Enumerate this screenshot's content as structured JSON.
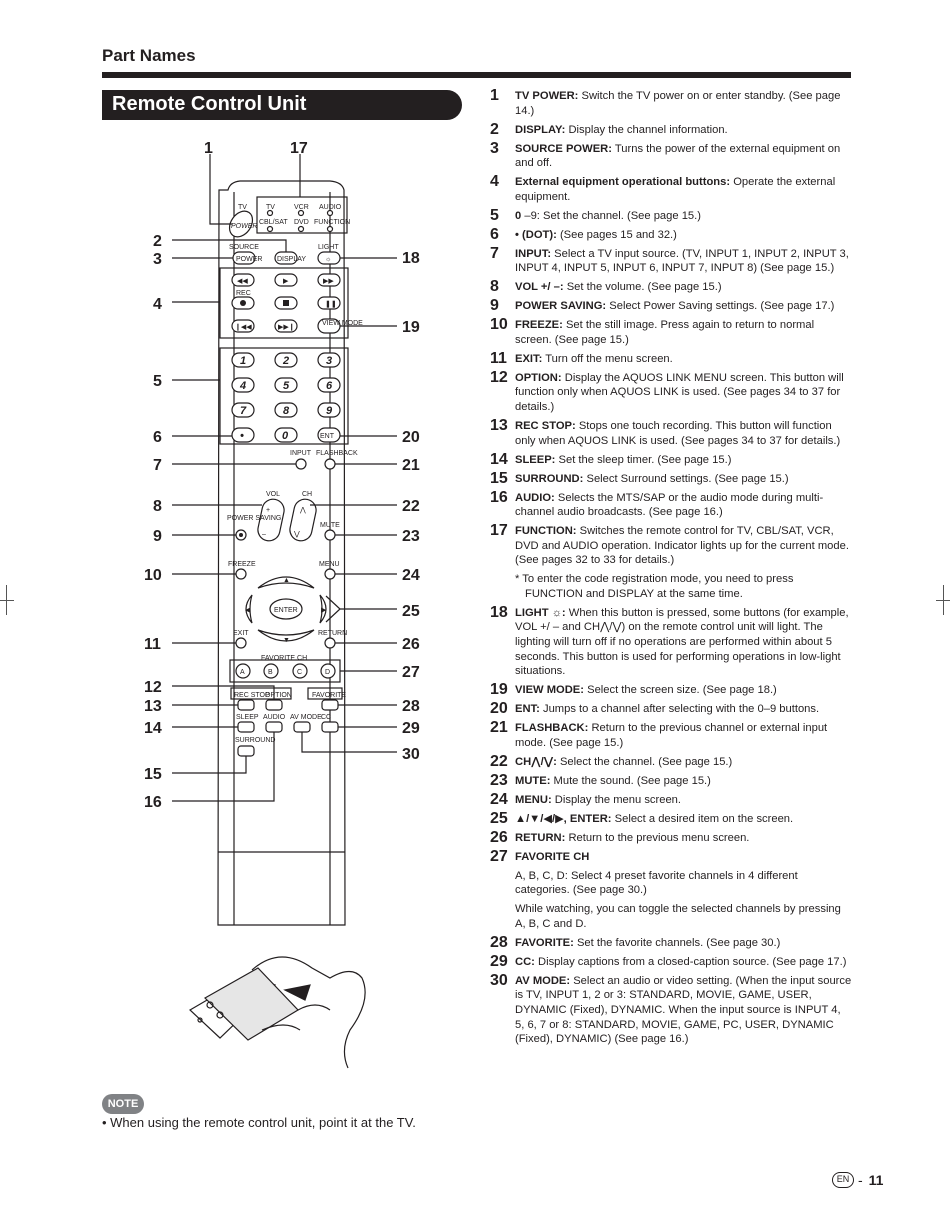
{
  "header": {
    "section": "Part Names",
    "title": "Remote Control Unit"
  },
  "items": [
    {
      "n": "1",
      "label": "TV POWER:",
      "text": "Switch the TV power on or enter standby. (See page 14.)"
    },
    {
      "n": "2",
      "label": "DISPLAY:",
      "text": "Display the channel information."
    },
    {
      "n": "3",
      "label": "SOURCE POWER:",
      "text": "Turns the power of the external equipment on and off."
    },
    {
      "n": "4",
      "label": "External equipment operational buttons:",
      "text": "Operate the external equipment."
    },
    {
      "n": "5",
      "label": "0",
      "text": "–9: Set the channel. (See page 15.)"
    },
    {
      "n": "6",
      "label": "• (DOT):",
      "text": "(See pages 15 and 32.)"
    },
    {
      "n": "7",
      "label": "INPUT:",
      "text": "Select a TV input source. (TV, INPUT 1, INPUT 2, INPUT 3, INPUT 4, INPUT 5, INPUT 6, INPUT 7, INPUT 8)  (See page 15.)"
    },
    {
      "n": "8",
      "label": "VOL +/ –:",
      "text": "Set the volume. (See page 15.)"
    },
    {
      "n": "9",
      "label": "POWER SAVING:",
      "text": "Select Power Saving settings. (See page 17.)"
    },
    {
      "n": "10",
      "label": "FREEZE:",
      "text": "Set the still image. Press again to return to normal screen. (See page 15.)"
    },
    {
      "n": "11",
      "label": "EXIT:",
      "text": "Turn off the menu screen."
    },
    {
      "n": "12",
      "label": "OPTION:",
      "text": "Display the AQUOS LINK MENU screen. This button will function only when AQUOS LINK is used. (See pages 34 to 37 for details.)"
    },
    {
      "n": "13",
      "label": "REC STOP:",
      "text": "Stops one touch recording. This button will function only when AQUOS LINK is used. (See pages 34 to 37 for details.)"
    },
    {
      "n": "14",
      "label": "SLEEP:",
      "text": "Set the sleep timer. (See page 15.)"
    },
    {
      "n": "15",
      "label": "SURROUND:",
      "text": "Select Surround settings. (See page 15.)"
    },
    {
      "n": "16",
      "label": "AUDIO:",
      "text": "Selects the MTS/SAP or the audio mode during multi-channel audio broadcasts. (See page 16.)"
    },
    {
      "n": "17",
      "label": "FUNCTION:",
      "text": "Switches the remote control for TV, CBL/SAT, VCR, DVD and AUDIO operation. Indicator lights up for the current mode. (See pages 32 to 33 for details.)"
    },
    {
      "n": "18",
      "label": "LIGHT ☼:",
      "text": "When this button is pressed, some buttons (for example, VOL +/ – and CH⋀/⋁) on the remote control unit will light. The lighting will turn off if no operations are performed within about 5 seconds. This button is used for performing operations in low-light situations."
    },
    {
      "n": "19",
      "label": "VIEW MODE:",
      "text": "Select the screen size. (See page 18.)"
    },
    {
      "n": "20",
      "label": "ENT:",
      "text": "Jumps to a channel after selecting with the 0–9 buttons."
    },
    {
      "n": "21",
      "label": "FLASHBACK:",
      "text": "Return to the previous channel or external input mode. (See page 15.)"
    },
    {
      "n": "22",
      "label": "CH⋀/⋁:",
      "text": "Select the channel. (See page 15.)"
    },
    {
      "n": "23",
      "label": "MUTE:",
      "text": "Mute the sound. (See page 15.)"
    },
    {
      "n": "24",
      "label": "MENU:",
      "text": "Display the menu screen."
    },
    {
      "n": "25",
      "label": "▲/▼/◀/▶, ENTER:",
      "text": "Select a desired item on the screen."
    },
    {
      "n": "26",
      "label": "RETURN:",
      "text": "Return to the previous menu screen."
    },
    {
      "n": "27",
      "label": "FAVORITE CH",
      "text": ""
    },
    {
      "n": "28",
      "label": "FAVORITE:",
      "text": "Set the favorite channels. (See page 30.)"
    },
    {
      "n": "29",
      "label": "CC:",
      "text": "Display captions from a closed-caption source. (See page 17.)"
    },
    {
      "n": "30",
      "label": "AV MODE:",
      "text": "Select an audio or video setting. (When the input source is TV, INPUT 1, 2 or 3: STANDARD, MOVIE, GAME, USER, DYNAMIC (Fixed), DYNAMIC. When the input source is INPUT 4, 5, 6, 7 or 8: STANDARD, MOVIE, GAME, PC, USER, DYNAMIC (Fixed), DYNAMIC) (See page 16.)"
    }
  ],
  "item17_note": "* To enter the code registration mode, you need to press FUNCTION and DISPLAY at the same time.",
  "item27_sub1": "A, B, C, D: Select 4 preset favorite channels in 4 different categories. (See page 30.)",
  "item27_sub2": "While watching, you can toggle the selected channels by pressing A, B, C and D.",
  "note": {
    "badge": "NOTE",
    "text": "• When using the remote control unit, point it at the TV."
  },
  "footer": {
    "lang": "EN",
    "sep": "-",
    "page": "11"
  },
  "remote": {
    "mode_labels": [
      "TV",
      "VCR",
      "AUDIO",
      "CBL/SAT",
      "DVD",
      "FUNCTION"
    ],
    "tv_label": "TV",
    "power_btn": "POWER",
    "source_label": "SOURCE",
    "source_btn": "POWER",
    "display_btn": "DISPLAY",
    "light_label": "LIGHT",
    "rec_label": "REC",
    "view_mode": "VIEW MODE",
    "digits": [
      "1",
      "2",
      "3",
      "4",
      "5",
      "6",
      "7",
      "8",
      "9"
    ],
    "dot": "•",
    "zero": "0",
    "ent": "ENT",
    "input": "INPUT",
    "flashback": "FLASHBACK",
    "vol": "VOL",
    "ch": "CH",
    "power_saving": "POWER SAVING",
    "mute": "MUTE",
    "freeze": "FREEZE",
    "menu": "MENU",
    "enter": "ENTER",
    "exit": "EXIT",
    "return": "RETURN",
    "favorite_ch": "FAVORITE CH",
    "fav": [
      "A",
      "B",
      "C",
      "D"
    ],
    "rec_stop": "REC STOP",
    "option": "OPTION",
    "favorite": "FAVORITE",
    "sleep": "SLEEP",
    "audio": "AUDIO",
    "av_mode": "AV MODE",
    "cc": "CC",
    "surround": "SURROUND",
    "callouts_left": [
      "1",
      "2",
      "3",
      "4",
      "5",
      "6",
      "7",
      "8",
      "9",
      "10",
      "11",
      "12",
      "13",
      "14",
      "15",
      "16"
    ],
    "callouts_right": [
      "17",
      "18",
      "19",
      "20",
      "21",
      "22",
      "23",
      "24",
      "25",
      "26",
      "27",
      "28",
      "29",
      "30"
    ]
  }
}
